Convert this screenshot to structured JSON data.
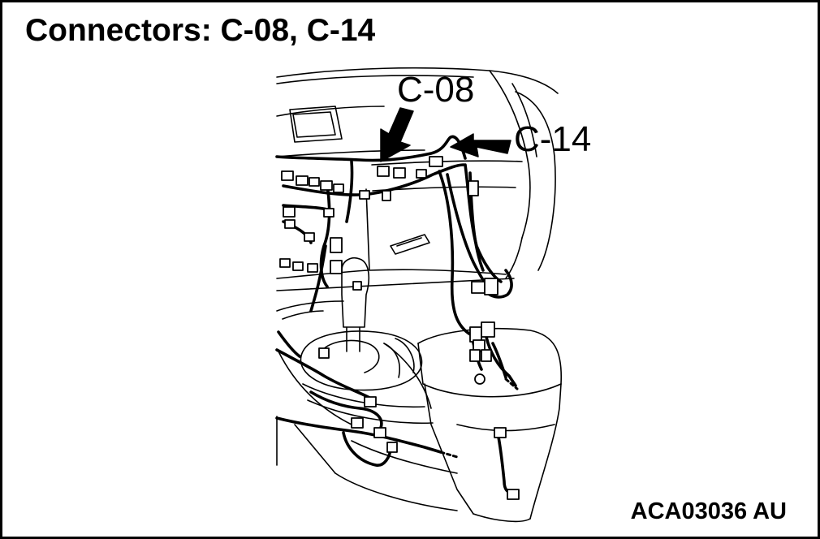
{
  "title": "Connectors: C-08, C-14",
  "figure_id": "ACA03036 AU",
  "callouts": {
    "c08": "C-08",
    "c14": "C-14"
  },
  "colors": {
    "ink": "#000000",
    "paper": "#ffffff"
  }
}
